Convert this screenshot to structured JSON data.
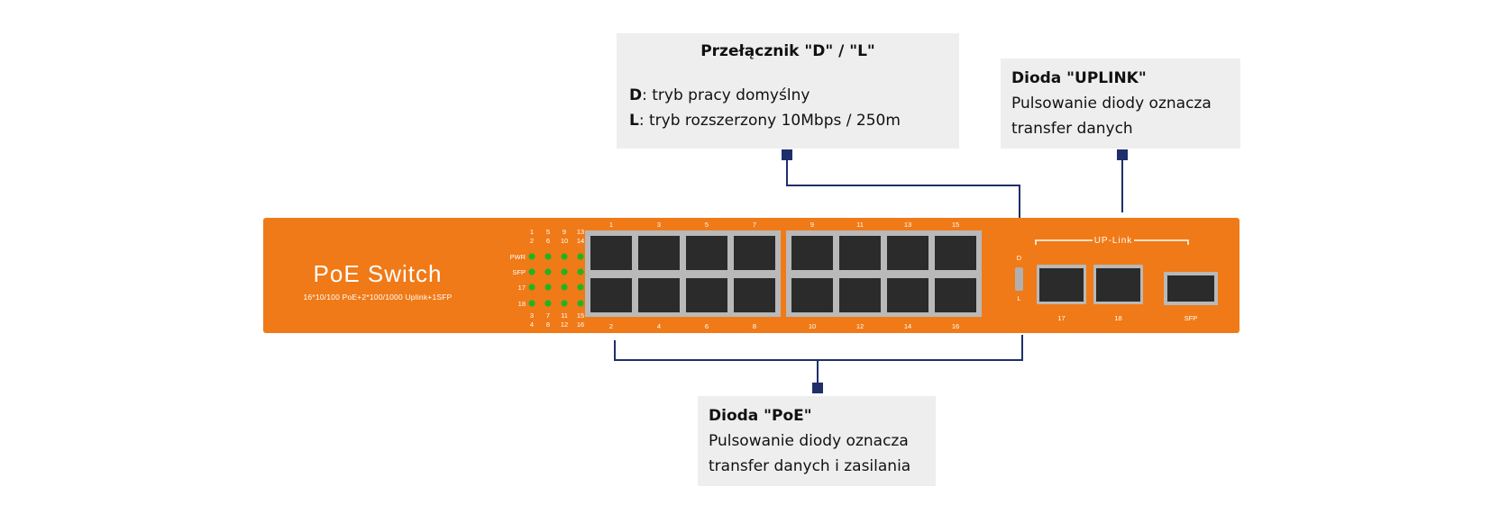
{
  "callouts": {
    "switch": {
      "title": "Przełącznik \"D\" / \"L\"",
      "line1_key": "D",
      "line1_text": ": tryb pracy domyślny",
      "line2_key": "L",
      "line2_text": ": tryb rozszerzony 10Mbps / 250m"
    },
    "uplink": {
      "title": "Dioda \"UPLINK\"",
      "line1": "Pulsowanie diody oznacza",
      "line2": "transfer danych"
    },
    "poe": {
      "title": "Dioda \"PoE\"",
      "line1": "Pulsowanie diody oznacza",
      "line2": "transfer danych i zasilania"
    }
  },
  "device": {
    "brand": "PoE Switch",
    "model": "16*10/100 PoE+2*100/1000 Uplink+1SFP",
    "led_rows": [
      "PWR",
      "SFP",
      "17",
      "18"
    ],
    "led_top_numbers": [
      "1",
      "5",
      "9",
      "13",
      "2",
      "6",
      "10",
      "14"
    ],
    "led_bottom_numbers": [
      "3",
      "7",
      "11",
      "15",
      "4",
      "8",
      "12",
      "16"
    ],
    "port_top_numbers": [
      "1",
      "3",
      "5",
      "7",
      "9",
      "11",
      "13",
      "15"
    ],
    "port_bottom_numbers": [
      "2",
      "4",
      "6",
      "8",
      "10",
      "12",
      "14",
      "16"
    ],
    "switch_top": "D",
    "switch_bottom": "L",
    "uplink_label": "UP-Link",
    "uplink_ports": [
      "17",
      "18"
    ],
    "sfp_label": "SFP"
  },
  "colors": {
    "device_body": "#f07a17",
    "port_socket": "#2b2b2b",
    "port_frame": "#b9b9b9",
    "led": "#1fb51f",
    "connector": "#1e2f6b",
    "callout_bg": "#eeeeee"
  }
}
